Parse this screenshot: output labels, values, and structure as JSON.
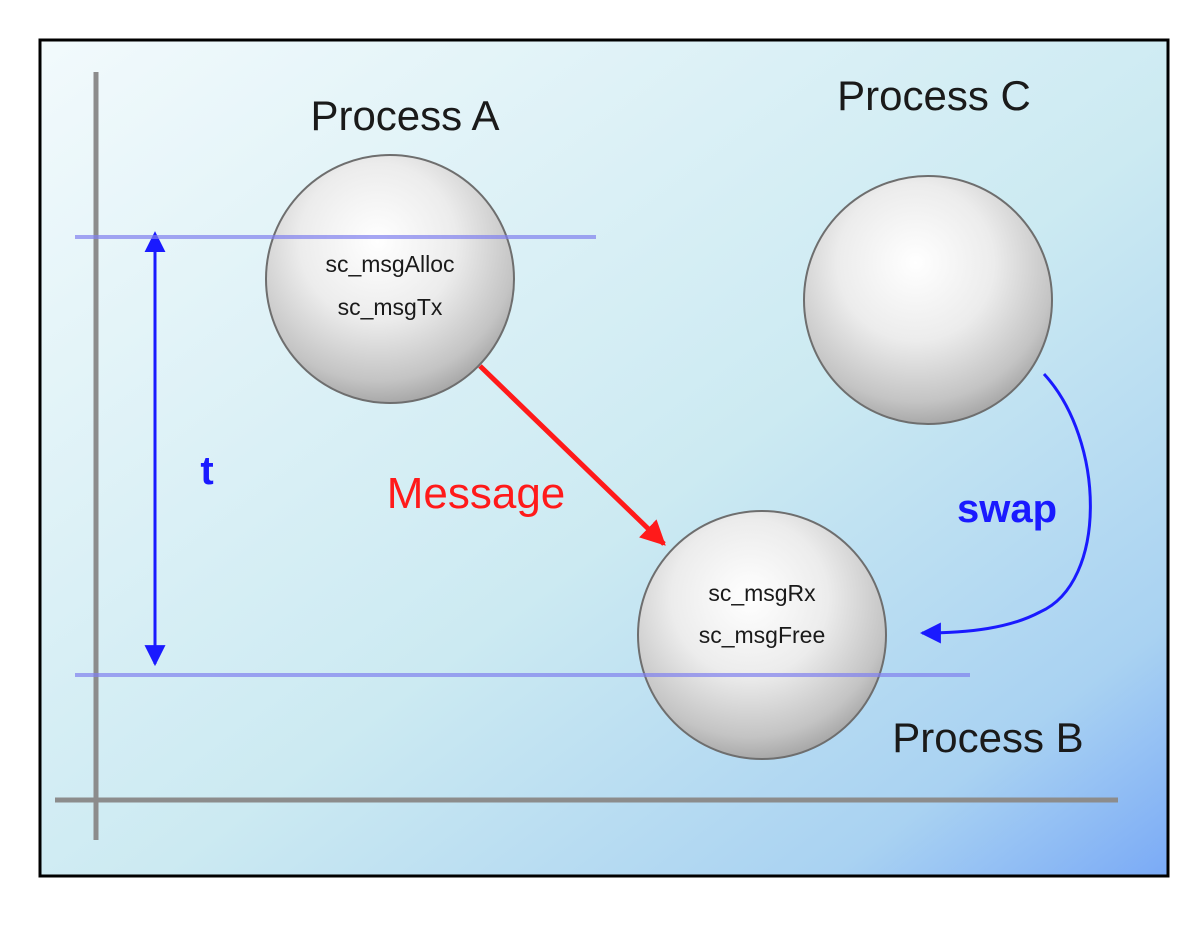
{
  "processes": {
    "a": {
      "label": "Process A",
      "calls": [
        "sc_msgAlloc",
        "sc_msgTx"
      ]
    },
    "b": {
      "label": "Process B",
      "calls": [
        "sc_msgRx",
        "sc_msgFree"
      ]
    },
    "c": {
      "label": "Process C",
      "calls": []
    }
  },
  "arrows": {
    "message": {
      "label": "Message",
      "color": "#ff1a1a"
    },
    "swap": {
      "label": "swap",
      "color": "#1a1aff"
    },
    "time": {
      "label": "t",
      "color": "#1a1aff"
    }
  },
  "colors": {
    "background_start": "#f2fafc",
    "background_mid": "#cceaf2",
    "background_end": "#7aaaf6",
    "frame": "#000000",
    "axis": "#8c8c8c",
    "guide": "#9c9cf0"
  }
}
